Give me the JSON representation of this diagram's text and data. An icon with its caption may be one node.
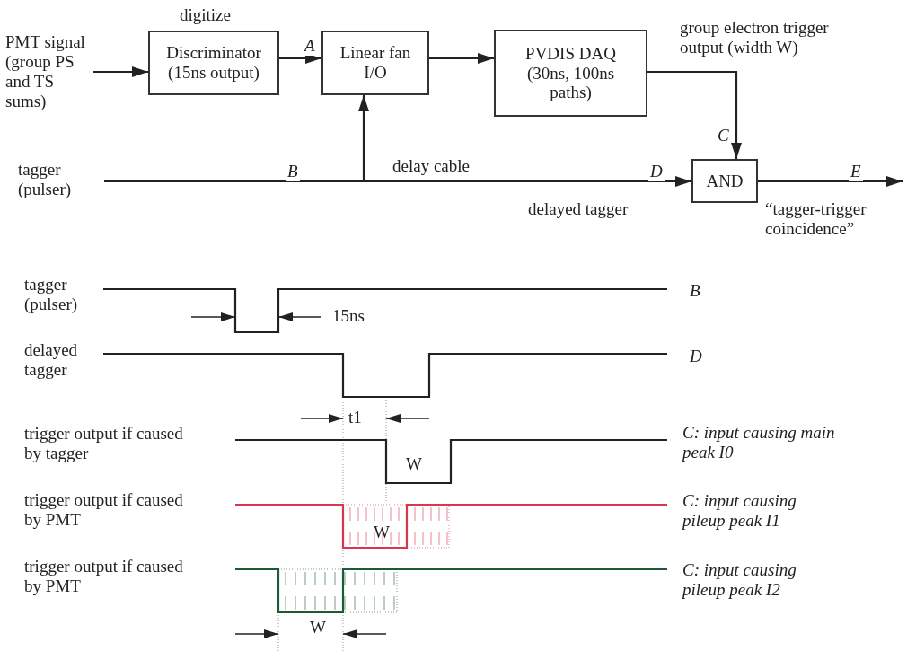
{
  "diagram": {
    "nodes": [
      {
        "text": [
          "PMT signal (group PS and TS sums)"
        ]
      },
      {
        "text": [
          "Discriminator (15ns output)"
        ],
        "beside": [
          "digitize"
        ]
      },
      {
        "text": [
          "Linear fan I/O"
        ]
      },
      {
        "text": [
          "PVDIS DAQ (30ns, 100ns paths)"
        ]
      },
      {
        "text": [
          "AND"
        ]
      },
      {
        "text": [
          "tagger (pulser)"
        ]
      }
    ],
    "edges": [
      {
        "from": 0,
        "to": 1,
        "arrow": "to"
      },
      {
        "from": 1,
        "to": 2,
        "arrow": "to",
        "label": "A"
      },
      {
        "from": 2,
        "to": 3,
        "arrow": "to"
      },
      {
        "from": 3,
        "to": 4,
        "arrow": "to",
        "label": "C"
      },
      {
        "from": 5,
        "to": 2,
        "arrow": "to",
        "label": "B"
      },
      {
        "from": 5,
        "to": 4,
        "arrow": "to",
        "label": "D"
      },
      {
        "from": 4,
        "to": null,
        "arrow": "to",
        "label": "E"
      }
    ],
    "labels": [
      "group electron trigger output (width W)",
      "delay cable",
      "delayed tagger",
      "“tagger-trigger coincidence”",
      "tagger (pulser)",
      "B",
      "15ns",
      "delayed tagger",
      "D",
      "t1",
      "trigger output if caused by tagger",
      "W",
      "C: input causing main peak I0",
      "trigger output if caused by PMT",
      "W",
      "C: input causing pileup peak I1",
      "trigger output if caused by PMT",
      "C: input causing pileup peak I2",
      "W"
    ]
  }
}
